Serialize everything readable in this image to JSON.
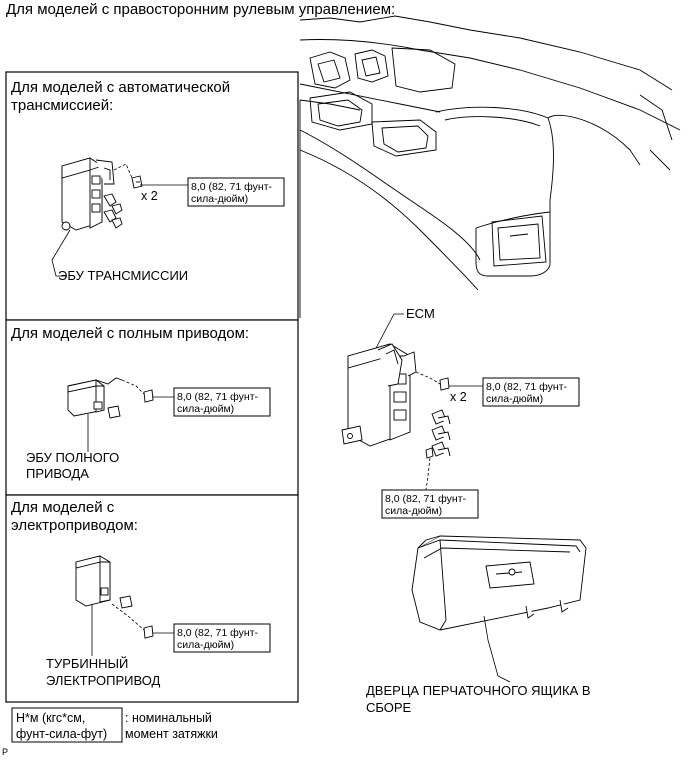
{
  "page_title": "Для моделей с правосторонним рулевым управлением:",
  "panels": {
    "at": {
      "title_line1": "Для моделей с автоматической",
      "title_line2": "трансмиссией:",
      "component": "ЭБУ ТРАНСМИССИИ",
      "bolt_count": "x 2",
      "torque_line1": "8,0 (82, 71 фунт-",
      "torque_line2": "сила-дюйм)"
    },
    "awd": {
      "title": "Для моделей с полным приводом:",
      "component_line1": "ЭБУ ПОЛНОГО",
      "component_line2": "ПРИВОДА",
      "torque_line1": "8,0 (82, 71 фунт-",
      "torque_line2": "сила-дюйм)"
    },
    "ev": {
      "title_line1": "Для моделей с",
      "title_line2": "электроприводом:",
      "component_line1": "ТУРБИННЫЙ",
      "component_line2": "ЭЛЕКТРОПРИВОД",
      "torque_line1": "8,0 (82, 71 фунт-",
      "torque_line2": "сила-дюйм)"
    }
  },
  "ecm": {
    "label": "ECM",
    "bolt_count": "x 2",
    "torque_a_line1": "8,0 (82, 71 фунт-",
    "torque_a_line2": "сила-дюйм)",
    "torque_b_line1": "8,0 (82, 71 фунт-",
    "torque_b_line2": "сила-дюйм)"
  },
  "glovebox": {
    "label_line1": "ДВЕРЦА ПЕРЧАТОЧНОГО ЯЩИКА В",
    "label_line2": "СБОРЕ"
  },
  "legend": {
    "box_line1": "Н*м (кгс*см,",
    "box_line2": "фунт-сила-фут)",
    "desc_line1": ": номинальный",
    "desc_line2": "момент затяжки"
  },
  "corner_mark": "P"
}
